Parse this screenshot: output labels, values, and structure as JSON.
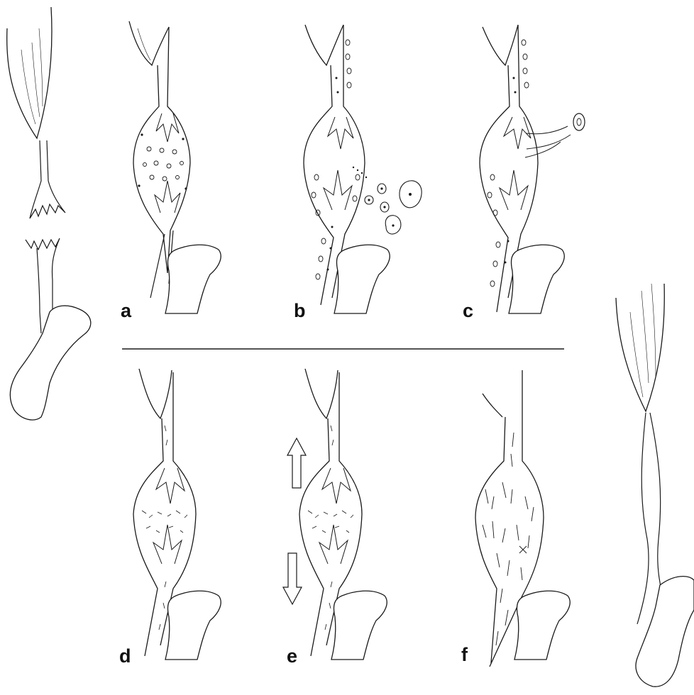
{
  "figure": {
    "panels": [
      {
        "id": "a",
        "label": "a"
      },
      {
        "id": "b",
        "label": "b"
      },
      {
        "id": "c",
        "label": "c"
      },
      {
        "id": "d",
        "label": "d"
      },
      {
        "id": "e",
        "label": "e"
      },
      {
        "id": "f",
        "label": "f"
      }
    ]
  },
  "colors": {
    "stroke": "#1a1a1a",
    "background": "#ffffff"
  }
}
